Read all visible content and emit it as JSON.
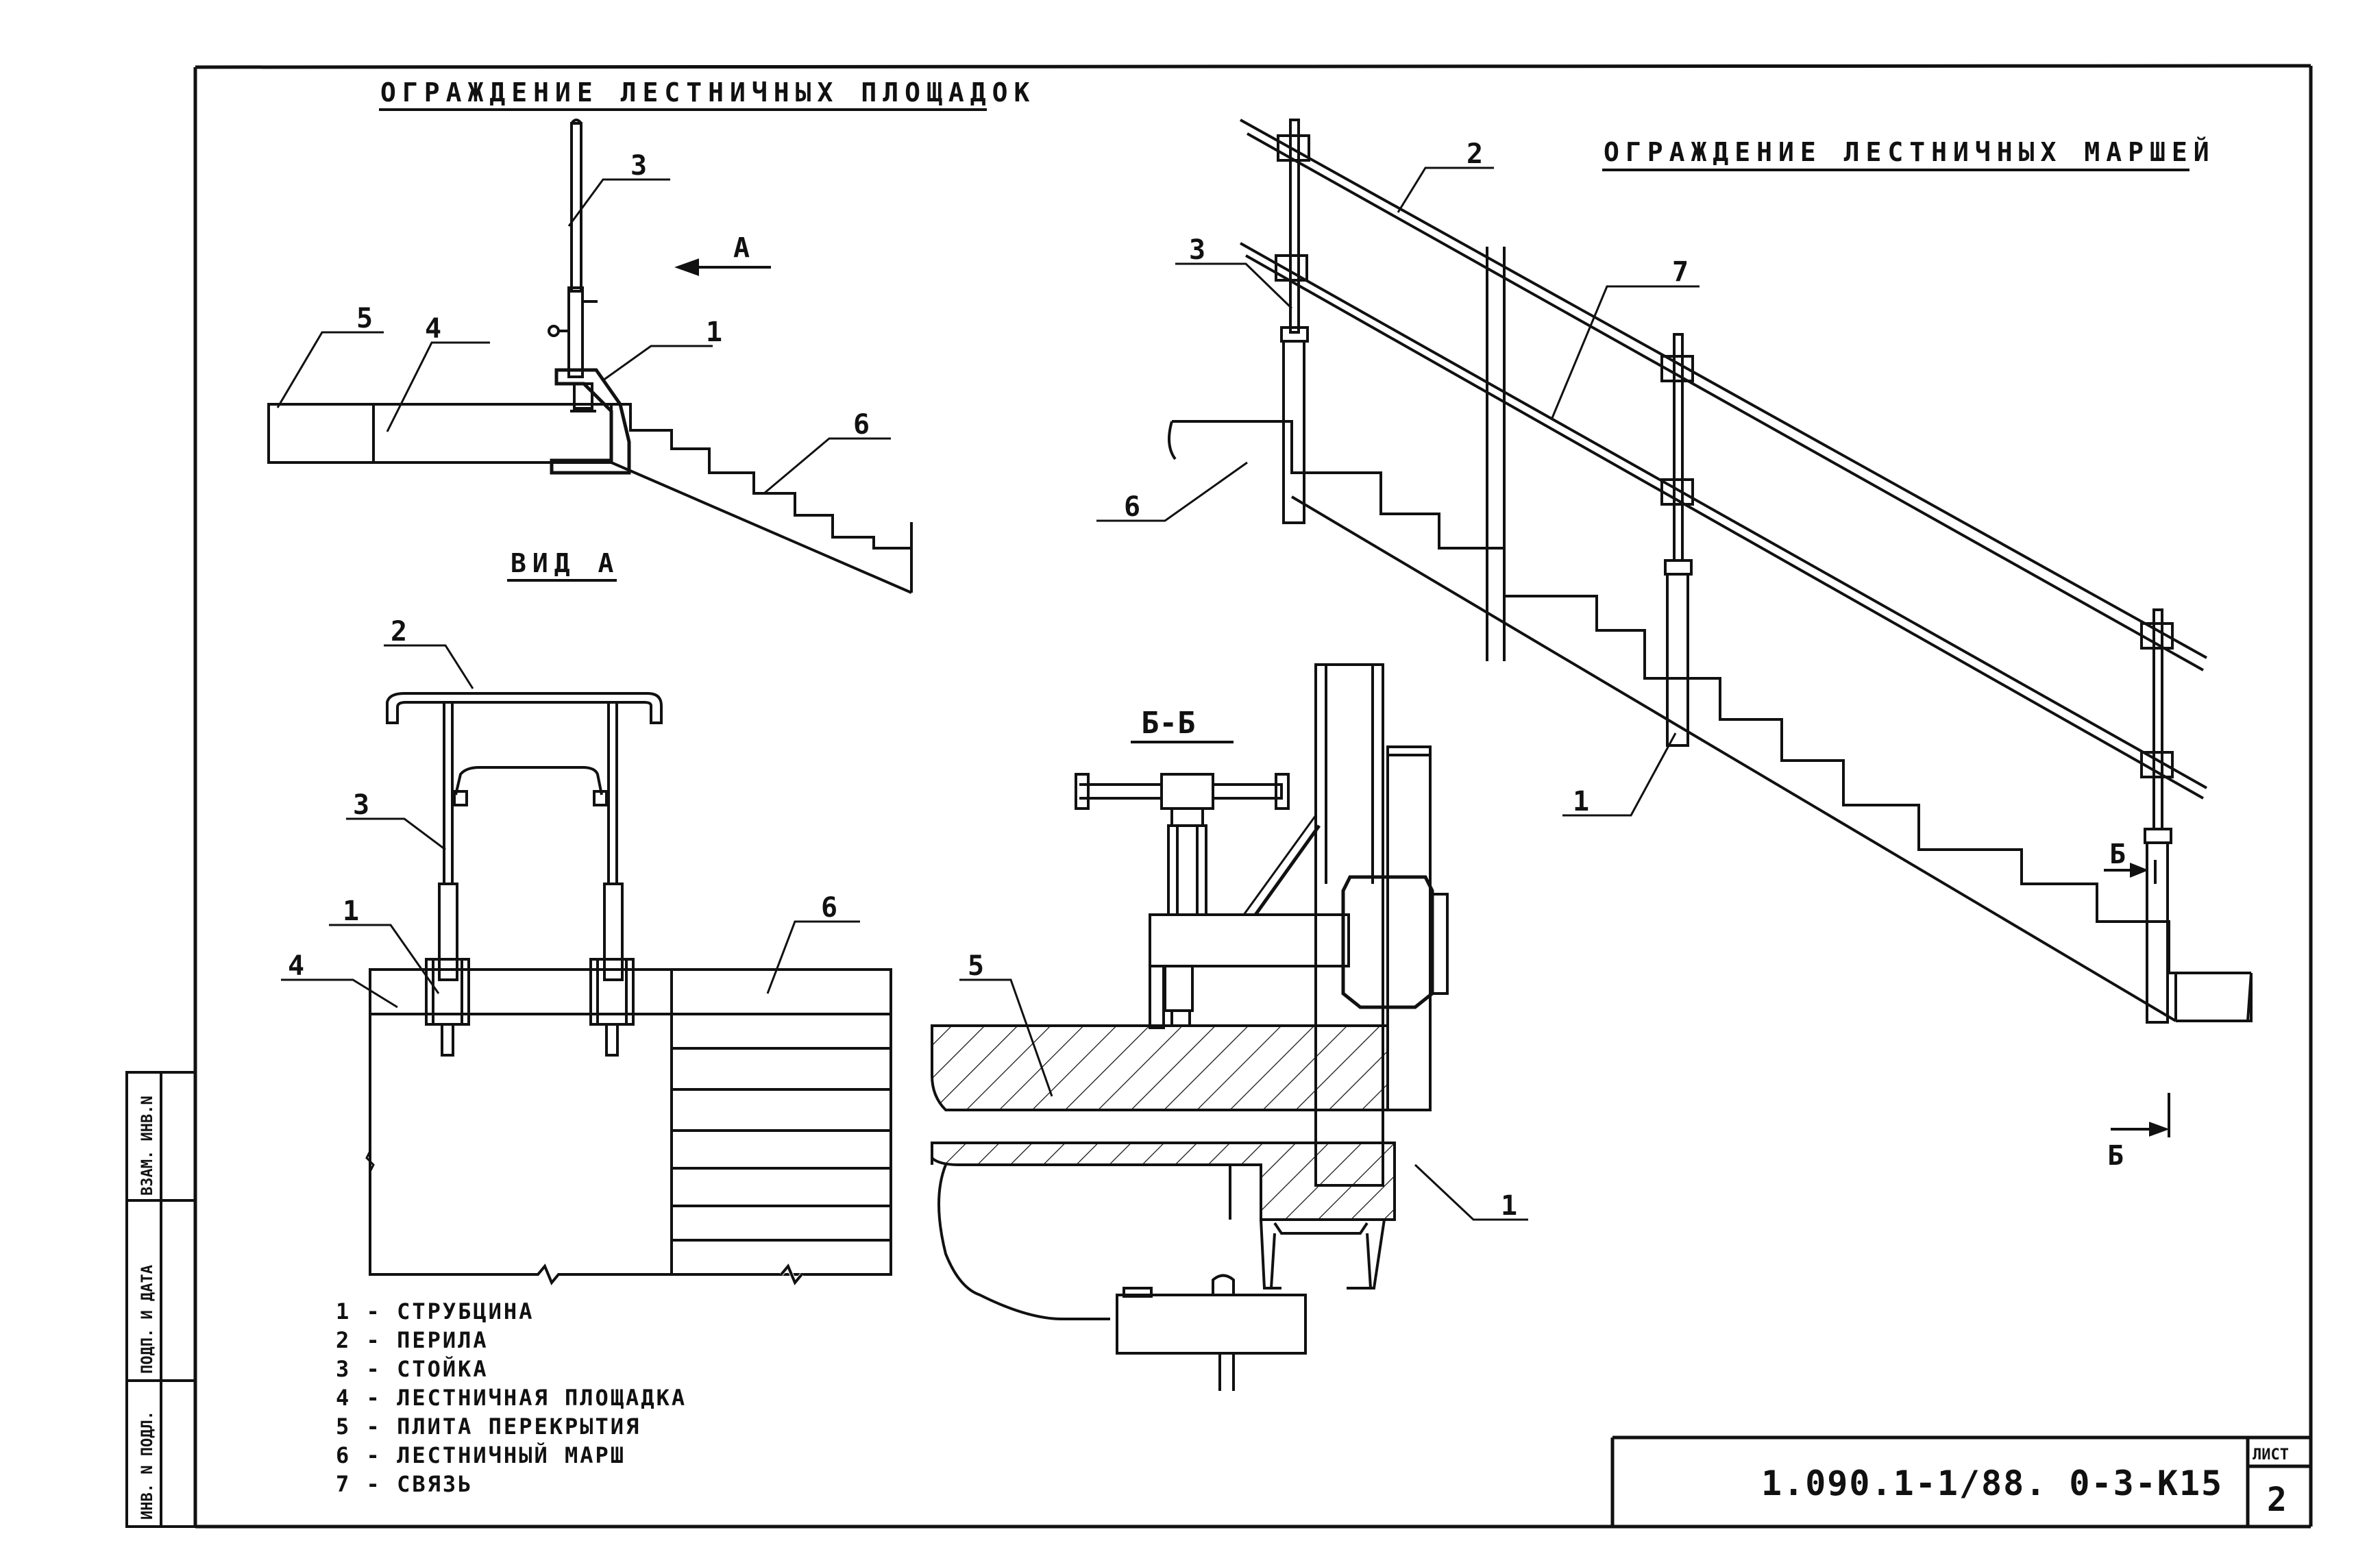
{
  "titles": {
    "landing_rail": "ОГРАЖДЕНИЕ ЛЕСТНИЧНЫХ ПЛОЩАДОК",
    "flight_rail": "ОГРАЖДЕНИЕ ЛЕСТНИЧНЫХ МАРШЕЙ",
    "view_a": "ВИД А",
    "section_bb": "Б-Б"
  },
  "markers": {
    "a": "А",
    "b_top": "Б",
    "b_bottom": "Б"
  },
  "callouts": {
    "top_left": {
      "n3": "3",
      "n5": "5",
      "n4": "4",
      "n1": "1",
      "n6": "6"
    },
    "view_a": {
      "n2": "2",
      "n3": "3",
      "n1": "1",
      "n4": "4",
      "n6": "6"
    },
    "section": {
      "n5": "5",
      "n1": "1"
    },
    "flight": {
      "n2": "2",
      "n3": "3",
      "n7": "7",
      "n6": "6",
      "n1": "1"
    }
  },
  "legend": [
    "1 - СТРУБЦИНА",
    "2 - ПЕРИЛА",
    "3 - СТОЙКА",
    "4 - ЛЕСТНИЧНАЯ ПЛОЩАДКА",
    "5 - ПЛИТА ПЕРЕКРЫТИЯ",
    "6 - ЛЕСТНИЧНЫЙ МАРШ",
    "7 - СВЯЗЬ"
  ],
  "side_stamp": [
    "ВЗАМ. ИНВ.N",
    "ПОДП. И ДАТА",
    "ИНВ. N ПОДЛ."
  ],
  "title_block": {
    "code": "1.090.1-1/88. 0-3-К15",
    "sheet_label": "ЛИСТ",
    "sheet_number": "2"
  }
}
